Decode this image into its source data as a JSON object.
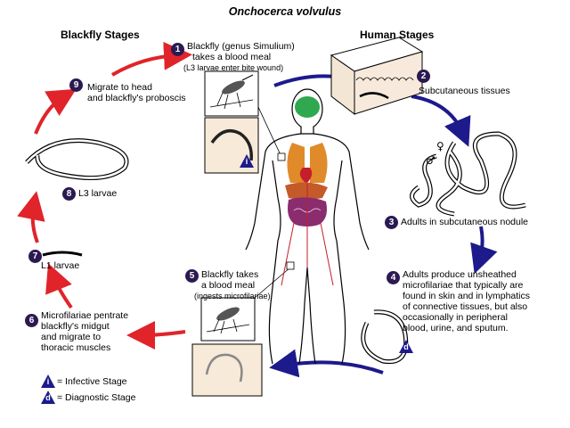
{
  "title": "Onchocerca volvulus",
  "headers": {
    "blackfly": "Blackfly Stages",
    "human": "Human Stages"
  },
  "steps": [
    {
      "num": "1",
      "lines": [
        "Blackfly (genus Simulium)",
        "takes a blood meal"
      ],
      "note": "(L3 larvae enter bite wound)"
    },
    {
      "num": "2",
      "lines": [
        "Subcutaneous tissues"
      ]
    },
    {
      "num": "3",
      "lines": [
        "Adults in subcutaneous nodule"
      ]
    },
    {
      "num": "4",
      "lines": [
        "Adults produce unsheathed",
        "microfilariae that typically are",
        "found in skin and in lymphatics",
        "of connective tissues,  but also",
        "occasionally in peripheral",
        "blood, urine, and sputum."
      ]
    },
    {
      "num": "5",
      "lines": [
        "Blackfly takes",
        "a blood meal"
      ],
      "note": "(ingests microfilariae)"
    },
    {
      "num": "6",
      "lines": [
        "Microfilariae pentrate",
        "blackfly's midgut",
        "and migrate to",
        "thoracic muscles"
      ]
    },
    {
      "num": "7",
      "lines": [
        "L1 larvae"
      ]
    },
    {
      "num": "8",
      "lines": [
        "L3 larvae"
      ]
    },
    {
      "num": "9",
      "lines": [
        "Migrate to head",
        "and blackfly's proboscis"
      ]
    }
  ],
  "legend": [
    {
      "symbol": "i",
      "text": "= Infective Stage"
    },
    {
      "symbol": "d",
      "text": "= Diagnostic Stage"
    }
  ],
  "colors": {
    "red_arrow": "#e0242a",
    "blue_arrow": "#1d1a8c",
    "badge": "#2b1a52",
    "lungs": "#e08a2a",
    "brain": "#2fa84f",
    "liver": "#c45a2a"
  }
}
